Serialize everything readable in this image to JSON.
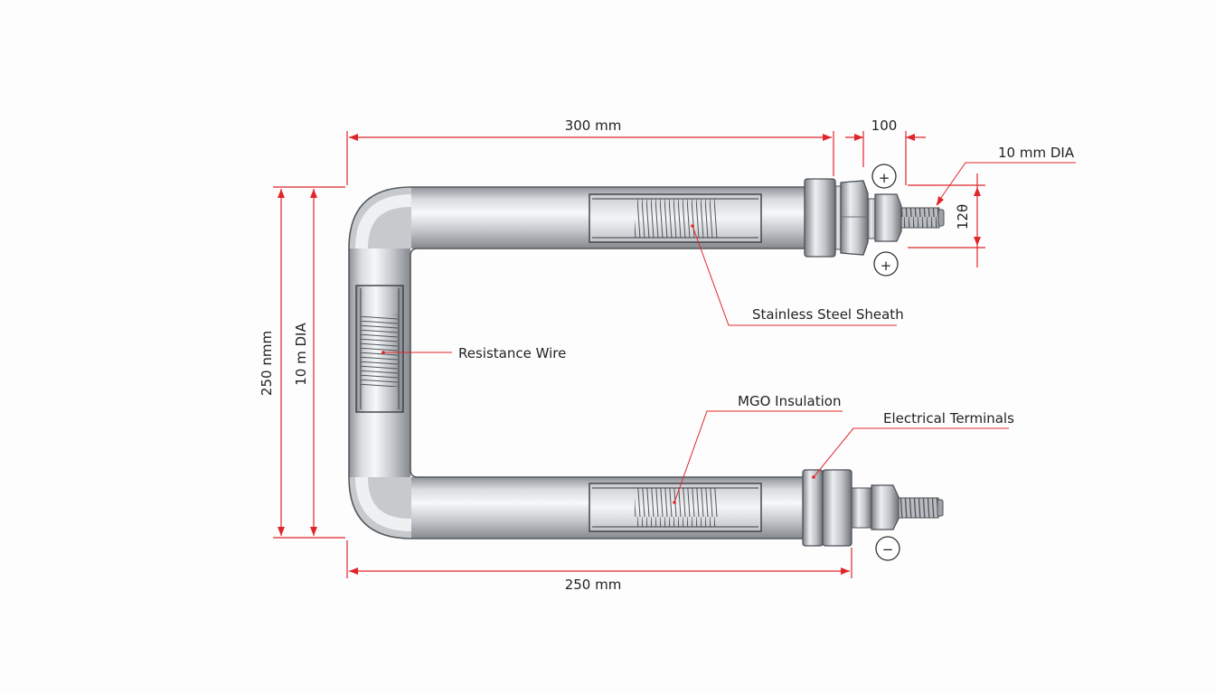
{
  "dimensions": {
    "top_length": "300 mm",
    "terminal_length": "100",
    "terminal_dia": "10 mm DIA",
    "terminal_height": "12θ",
    "height_outer": "250 nmm",
    "tube_dia": "10 m DIA",
    "bottom_length": "250 mm"
  },
  "labels": {
    "resistance_wire": "Resistance Wire",
    "sheath": "Stainless Steel Sheath",
    "insulation": "MGO Insulation",
    "terminals": "Electrical Terminals"
  },
  "polarity": {
    "top_plus_1": "+",
    "top_plus_2": "+",
    "bottom_minus": "−"
  },
  "colors": {
    "dimension": "#e0262b",
    "tube_dark": "#9a9ea3",
    "tube_light": "#f2f3f4"
  }
}
